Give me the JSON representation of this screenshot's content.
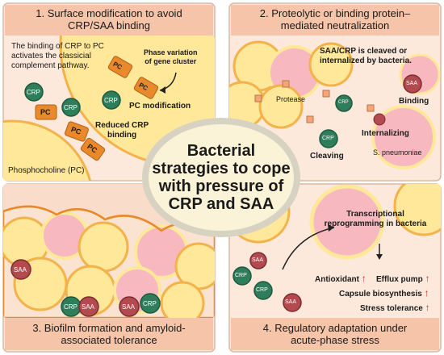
{
  "panels": {
    "p1": {
      "title_line1": "1. Surface modification to avoid",
      "title_line2": "CRP/SAA binding",
      "note_line1": "The binding of CRP to PC",
      "note_line2": "activates the classicial",
      "note_line3": "complement pathway.",
      "phase_line1": "Phase variation",
      "phase_line2": "of gene cluster",
      "pc_modification": "PC modification",
      "reduced_line1": "Reduced CRP",
      "reduced_line2": "binding",
      "phosphocholine": "Phosphocholine (PC)"
    },
    "p2": {
      "title_line1": "2. Proteolytic or binding protein–",
      "title_line2": "mediated neutralization",
      "statement_line1": "SAA/CRP is cleaved or",
      "statement_line2": "internalized by bacteria.",
      "protease": "Protease",
      "binding": "Binding",
      "internalizing": "Internalizing",
      "cleaving": "Cleaving",
      "species": "S. pneumoniae"
    },
    "p3": {
      "title_line1": "3. Biofilm formation and amyloid-",
      "title_line2": "associated tolerance"
    },
    "p4": {
      "title_line1": "4. Regulatory adaptation under",
      "title_line2": "acute-phase stress",
      "reprog_line1": "Transcriptional",
      "reprog_line2": "reprogramming in bacteria",
      "antioxidant": "Antioxidant",
      "efflux": "Efflux pump",
      "capsule": "Capsule biosynthesis",
      "stress": "Stress tolerance"
    }
  },
  "center": {
    "line1": "Bacterial",
    "line2": "strategies to cope",
    "line3": "with pressure of",
    "line4": "CRP and SAA"
  },
  "markers": {
    "crp": "CRP",
    "saa": "SAA",
    "pc": "PC",
    "up_arrow": "↑"
  },
  "colors": {
    "panel_fill": "#fde9dc",
    "header_fill": "#f6c4a8",
    "bacterium_yellow": "#ffe89a",
    "bacterium_pink": "#f7b9bf",
    "crp_green": "#2e7d5b",
    "saa_red": "#b24a4f",
    "pc_orange": "#e8892c",
    "center_fill": "#fbf3d8",
    "arrow_red": "#d8242a"
  }
}
